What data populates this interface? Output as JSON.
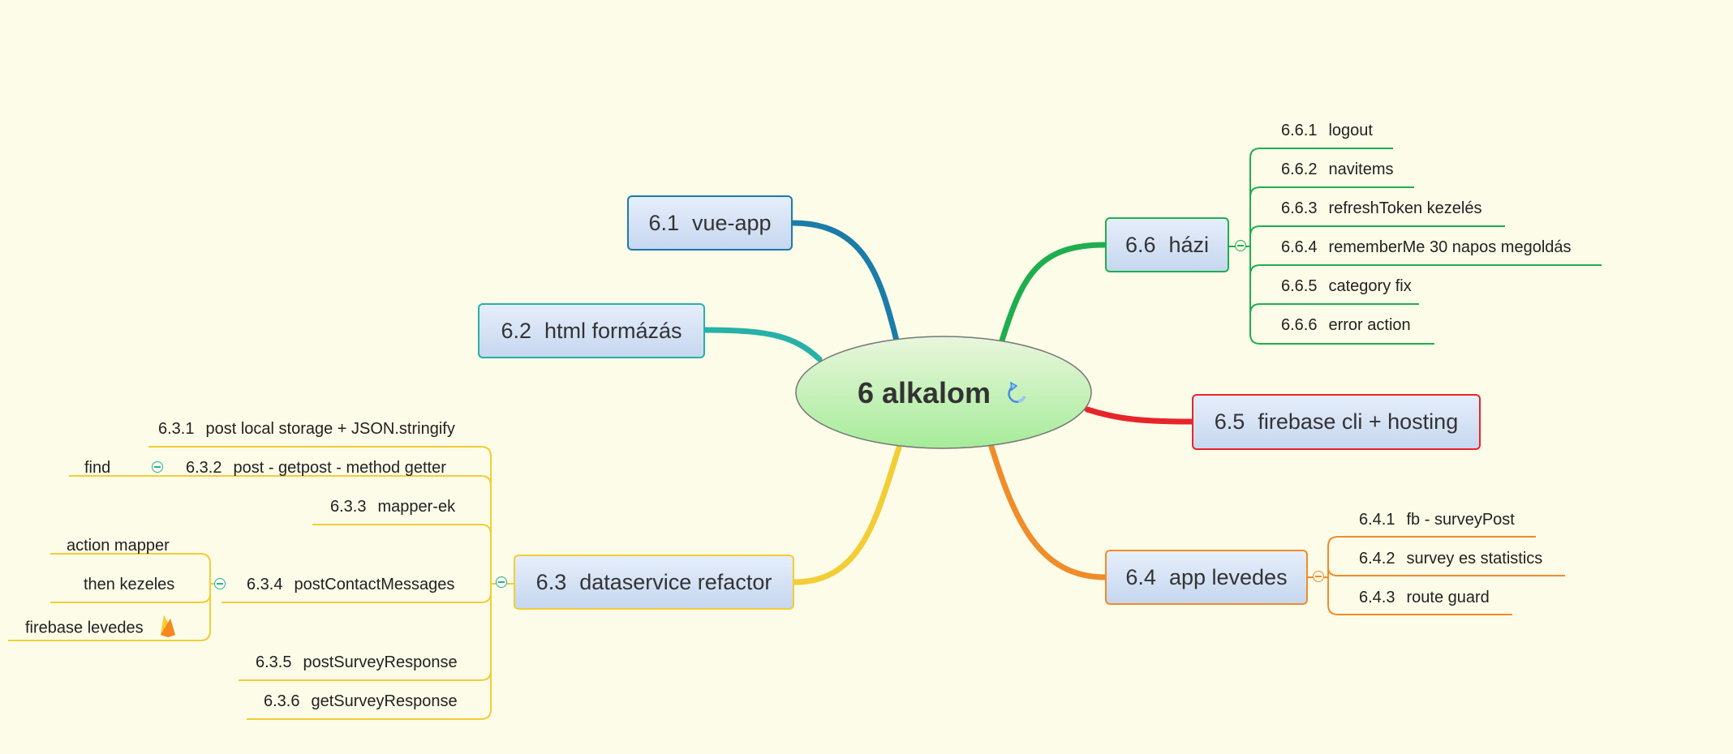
{
  "central": {
    "title": "6 alkalom",
    "icon": "refresh-arrow-icon"
  },
  "colors": {
    "background": "#fcfce8",
    "vue_app": "#1b7ca8",
    "html": "#27b1a8",
    "dataservice": "#f3cd35",
    "app_levedes": "#f08c2a",
    "firebase_cli": "#e6252b",
    "hazi": "#1fae4f"
  },
  "branches": {
    "b61": {
      "num": "6.1",
      "label": "vue-app"
    },
    "b62": {
      "num": "6.2",
      "label": "html formázás"
    },
    "b63": {
      "num": "6.3",
      "label": "dataservice refactor",
      "children": [
        {
          "num": "6.3.1",
          "label": "post local storage + JSON.stringify"
        },
        {
          "num": "6.3.2",
          "label": "post - getpost - method getter",
          "children": [
            {
              "label": "find"
            }
          ]
        },
        {
          "num": "6.3.3",
          "label": "mapper-ek"
        },
        {
          "num": "6.3.4",
          "label": "postContactMessages",
          "children": [
            {
              "label": "action mapper"
            },
            {
              "label": "then kezeles"
            },
            {
              "label": "firebase levedes",
              "icon": "firebase-flame-icon"
            }
          ]
        },
        {
          "num": "6.3.5",
          "label": "postSurveyResponse"
        },
        {
          "num": "6.3.6",
          "label": "getSurveyResponse"
        }
      ]
    },
    "b64": {
      "num": "6.4",
      "label": "app levedes",
      "children": [
        {
          "num": "6.4.1",
          "label": "fb - surveyPost"
        },
        {
          "num": "6.4.2",
          "label": "survey es statistics"
        },
        {
          "num": "6.4.3",
          "label": "route guard"
        }
      ]
    },
    "b65": {
      "num": "6.5",
      "label": "firebase cli + hosting"
    },
    "b66": {
      "num": "6.6",
      "label": "házi",
      "children": [
        {
          "num": "6.6.1",
          "label": "logout"
        },
        {
          "num": "6.6.2",
          "label": "navitems"
        },
        {
          "num": "6.6.3",
          "label": "refreshToken kezelés"
        },
        {
          "num": "6.6.4",
          "label": "rememberMe 30 napos megoldás"
        },
        {
          "num": "6.6.5",
          "label": "category fix"
        },
        {
          "num": "6.6.6",
          "label": "error action"
        }
      ]
    }
  }
}
